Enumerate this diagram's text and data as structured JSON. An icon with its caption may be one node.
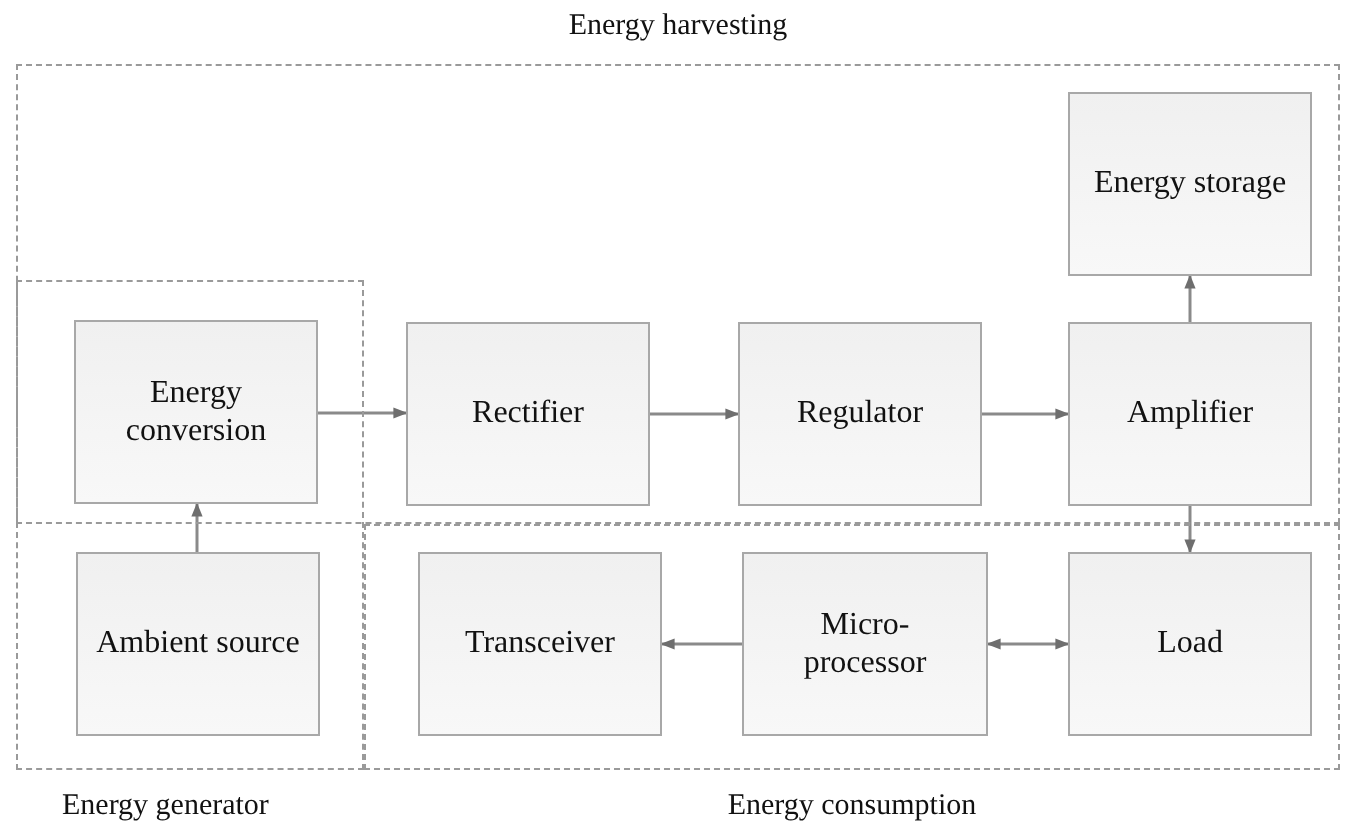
{
  "diagram": {
    "nodes": [
      {
        "text": [
          "Energy harvesting"
        ]
      },
      {
        "text": [
          "Energy generator"
        ]
      },
      {
        "text": [
          "Energy consumption"
        ]
      },
      {
        "text": [
          "Energy storage"
        ],
        "in": 0
      },
      {
        "text": [
          "Energy conversion"
        ]
      },
      {
        "text": [
          "Rectifier"
        ],
        "in": 0
      },
      {
        "text": [
          "Regulator"
        ],
        "in": 0
      },
      {
        "text": [
          "Amplifier"
        ],
        "in": 0
      },
      {
        "text": [
          "Ambient source"
        ],
        "in": 1
      },
      {
        "text": [
          "Transceiver"
        ],
        "in": 2
      },
      {
        "text": [
          "Micro-processor"
        ],
        "in": 2
      },
      {
        "text": [
          "Load"
        ],
        "in": 2
      }
    ],
    "edges": [
      {
        "from": 4,
        "to": 5,
        "arrow": "to"
      },
      {
        "from": 5,
        "to": 6,
        "arrow": "to"
      },
      {
        "from": 6,
        "to": 7,
        "arrow": "to"
      },
      {
        "from": 7,
        "to": 3,
        "arrow": "to"
      },
      {
        "from": 7,
        "to": 11,
        "arrow": "to"
      },
      {
        "from": 8,
        "to": 4,
        "arrow": "to"
      },
      {
        "from": 10,
        "to": 9,
        "arrow": "to"
      },
      {
        "from": 10,
        "to": 11,
        "arrow": "both"
      }
    ]
  }
}
